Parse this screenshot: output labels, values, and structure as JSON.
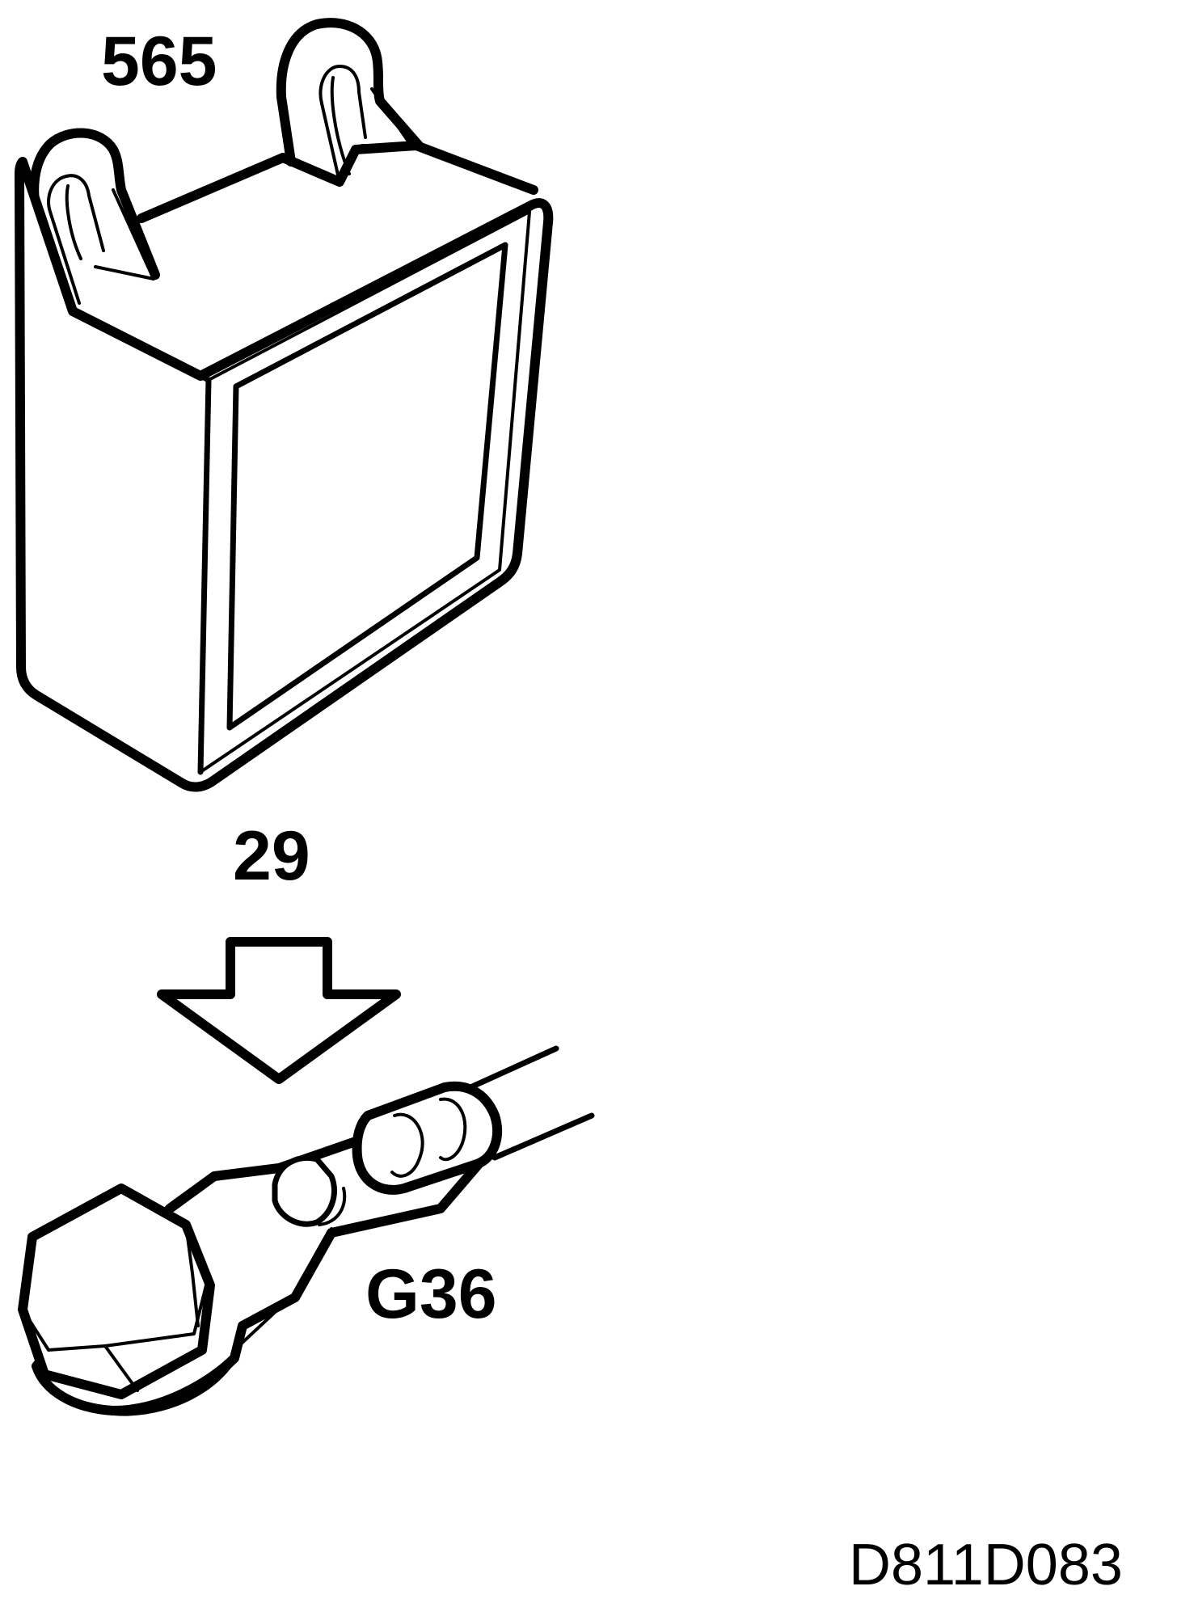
{
  "labels": {
    "component": "565",
    "connector": "29",
    "ground_point": "G36",
    "figure_ref": "D811D083"
  }
}
